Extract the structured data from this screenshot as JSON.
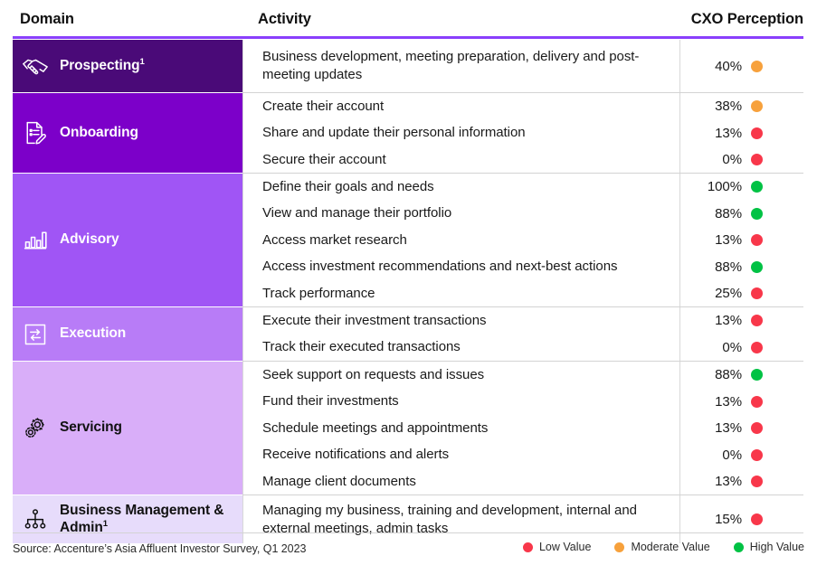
{
  "header": {
    "col_domain": "Domain",
    "col_activity": "Activity",
    "col_cxo": "CXO Perception"
  },
  "colors": {
    "top_rule": "#8a3ffc",
    "low": "#f8374a",
    "moderate": "#f7a13c",
    "high": "#00c244",
    "domain_prospecting": "#4a0a78",
    "domain_onboarding": "#7c00c9",
    "domain_advisory": "#a055f5",
    "domain_execution": "#b87cf7",
    "domain_servicing": "#d9aef9",
    "domain_business": "#e7dcfb"
  },
  "groups": [
    {
      "domain": "Prospecting",
      "domain_sup": "1",
      "icon": "handshake-icon",
      "bg": "#4a0a78",
      "text_color": "#ffffff",
      "icon_color": "#ffffff",
      "height": 58,
      "rows": [
        {
          "activity": "Business development, meeting preparation, delivery and post-meeting updates",
          "pct": "40%",
          "level": "moderate",
          "h": 58
        }
      ]
    },
    {
      "domain": "Onboarding",
      "domain_sup": "",
      "icon": "document-edit-icon",
      "bg": "#7c00c9",
      "text_color": "#ffffff",
      "icon_color": "#ffffff",
      "height": 88,
      "rows": [
        {
          "activity": "Create their account",
          "pct": "38%",
          "level": "moderate",
          "h": 29
        },
        {
          "activity": "Share and update their personal information",
          "pct": "13%",
          "level": "low",
          "h": 30
        },
        {
          "activity": "Secure their account",
          "pct": "0%",
          "level": "low",
          "h": 29
        }
      ]
    },
    {
      "domain": "Advisory",
      "domain_sup": "",
      "icon": "bar-chart-icon",
      "bg": "#a055f5",
      "text_color": "#ffffff",
      "icon_color": "#ffffff",
      "height": 147,
      "rows": [
        {
          "activity": "Define their goals and needs",
          "pct": "100%",
          "level": "high",
          "h": 29
        },
        {
          "activity": "View and manage their portfolio",
          "pct": "88%",
          "level": "high",
          "h": 30
        },
        {
          "activity": "Access market research",
          "pct": "13%",
          "level": "low",
          "h": 29
        },
        {
          "activity": "Access investment recommendations and next-best actions",
          "pct": "88%",
          "level": "high",
          "h": 30
        },
        {
          "activity": "Track performance",
          "pct": "25%",
          "level": "low",
          "h": 29
        }
      ]
    },
    {
      "domain": "Execution",
      "domain_sup": "",
      "icon": "transfer-arrows-icon",
      "bg": "#b87cf7",
      "text_color": "#ffffff",
      "icon_color": "#ffffff",
      "height": 59,
      "rows": [
        {
          "activity": "Execute their investment transactions",
          "pct": "13%",
          "level": "low",
          "h": 29
        },
        {
          "activity": "Track their executed transactions",
          "pct": "0%",
          "level": "low",
          "h": 30
        }
      ]
    },
    {
      "domain": "Servicing",
      "domain_sup": "",
      "icon": "gears-icon",
      "bg": "#d9aef9",
      "text_color": "#111111",
      "icon_color": "#111111",
      "height": 147,
      "rows": [
        {
          "activity": "Seek support on requests and issues",
          "pct": "88%",
          "level": "high",
          "h": 29
        },
        {
          "activity": "Fund their investments",
          "pct": "13%",
          "level": "low",
          "h": 30
        },
        {
          "activity": "Schedule meetings and appointments",
          "pct": "13%",
          "level": "low",
          "h": 29
        },
        {
          "activity": "Receive notifications and alerts",
          "pct": "0%",
          "level": "low",
          "h": 30
        },
        {
          "activity": "Manage client documents",
          "pct": "13%",
          "level": "low",
          "h": 29
        }
      ]
    },
    {
      "domain": "Business Management & Admin",
      "domain_sup": "1",
      "icon": "org-chart-icon",
      "bg": "#e7dcfb",
      "text_color": "#111111",
      "icon_color": "#111111",
      "height": 53,
      "rows": [
        {
          "activity": "Managing my business, training and development, internal and external meetings, admin tasks",
          "pct": "15%",
          "level": "low",
          "h": 53
        }
      ]
    }
  ],
  "footer": {
    "source": "Source: Accenture’s Asia Affluent Investor Survey, Q1 2023",
    "legend": [
      {
        "label": "Low Value",
        "level": "low"
      },
      {
        "label": "Moderate Value",
        "level": "moderate"
      },
      {
        "label": "High Value",
        "level": "high"
      }
    ]
  }
}
